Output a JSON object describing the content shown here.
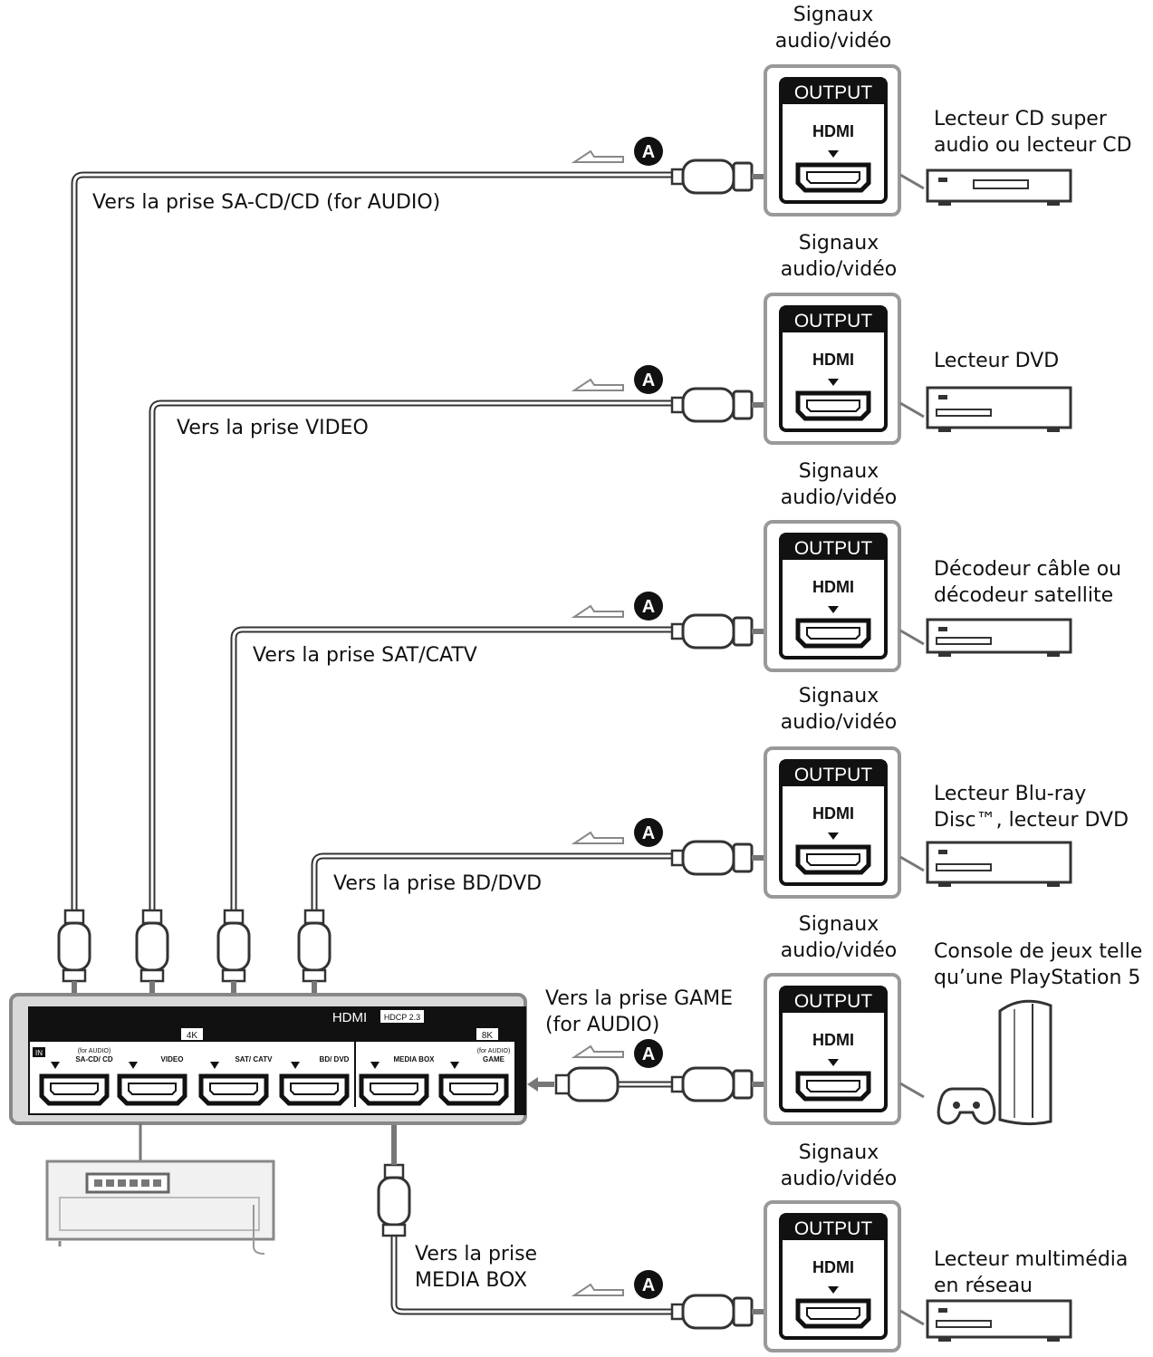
{
  "devices": [
    {
      "signal": "Signaux audio/vidéo",
      "output": "OUTPUT",
      "hdmi": "HDMI",
      "badge": "A",
      "name": "Lecteur CD super audio ou lecteur CD",
      "jack": "Vers la prise SA-CD/CD (for AUDIO)"
    },
    {
      "signal": "Signaux audio/vidéo",
      "output": "OUTPUT",
      "hdmi": "HDMI",
      "badge": "A",
      "name": "Lecteur DVD",
      "jack": "Vers la prise VIDEO"
    },
    {
      "signal": "Signaux audio/vidéo",
      "output": "OUTPUT",
      "hdmi": "HDMI",
      "badge": "A",
      "name": "Décodeur câble ou décodeur satellite",
      "jack": "Vers la prise SAT/CATV"
    },
    {
      "signal": "Signaux audio/vidéo",
      "output": "OUTPUT",
      "hdmi": "HDMI",
      "badge": "A",
      "name": "Lecteur Blu-ray Disc™, lecteur DVD",
      "jack": "Vers la prise BD/DVD"
    },
    {
      "signal": "Signaux audio/vidéo",
      "output": "OUTPUT",
      "hdmi": "HDMI",
      "badge": "A",
      "name": "Console de jeux telle qu’une PlayStation 5",
      "jack": "Vers la prise GAME (for AUDIO)"
    },
    {
      "signal": "Signaux audio/vidéo",
      "output": "OUTPUT",
      "hdmi": "HDMI",
      "badge": "A",
      "name": "Lecteur multimédia en réseau",
      "jack": "Vers la prise MEDIA BOX"
    }
  ],
  "receiver": {
    "header": "HDMI",
    "hdcp": "HDCP 2.3",
    "tag_4k": "4K",
    "tag_8k": "8K",
    "in_tag": "IN",
    "ports": [
      "SA-CD/ CD",
      "VIDEO",
      "SAT/ CATV",
      "BD/ DVD",
      "MEDIA BOX",
      "GAME"
    ],
    "port_notes": [
      "(for AUDIO)",
      "",
      "",
      "",
      "",
      "(for AUDIO)"
    ]
  },
  "colors": {
    "line": "#333333",
    "panel_fill": "#d9d9d9",
    "cable_fill": "#ffffff",
    "box_black": "#111111"
  }
}
